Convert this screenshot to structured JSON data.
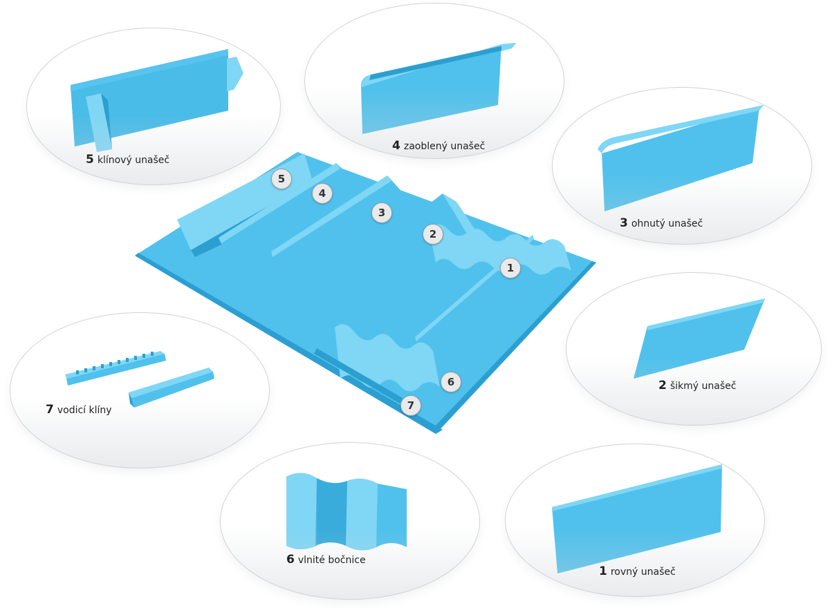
{
  "colors": {
    "part_main": "#4fc1ec",
    "part_light": "#7fd6f5",
    "part_dark": "#2c9fd0",
    "part_shadow": "#1f87b6",
    "bubble_border": "#cfd3d6",
    "badge_fill": "#e8eaec"
  },
  "parts": [
    {
      "num": "5",
      "label": "klínový unašeč"
    },
    {
      "num": "4",
      "label": "zaoblený unašeč"
    },
    {
      "num": "3",
      "label": "ohnutý unašeč"
    },
    {
      "num": "2",
      "label": "šikmý unašeč"
    },
    {
      "num": "7",
      "label": "vodicí klíny"
    },
    {
      "num": "6",
      "label": "vlnité bočnice"
    },
    {
      "num": "1",
      "label": "rovný unašeč"
    }
  ],
  "badges": [
    "5",
    "4",
    "3",
    "2",
    "1",
    "6",
    "7"
  ]
}
